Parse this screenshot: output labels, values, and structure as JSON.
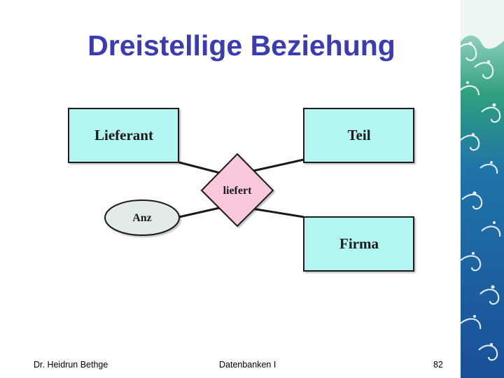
{
  "slide": {
    "title": "Dreistellige Beziehung",
    "footer": {
      "author": "Dr. Heidrun Bethge",
      "course": "Datenbanken I",
      "page": "82"
    }
  },
  "diagram": {
    "entities": [
      {
        "id": "lieferant",
        "label": "Lieferant"
      },
      {
        "id": "teil",
        "label": "Teil"
      },
      {
        "id": "firma",
        "label": "Firma"
      }
    ],
    "relationship": {
      "id": "liefert",
      "label": "liefert"
    },
    "attribute": {
      "id": "anz",
      "label": "Anz"
    }
  },
  "colors": {
    "title": "#3b3bb3",
    "entity_fill": "#b3f5f0",
    "relationship_fill": "#f9c8dc",
    "attribute_fill": "#e3ebe6",
    "outline": "#1a1a1a",
    "wave_blue": "#1f5fa8",
    "wave_green": "#2f9f7e"
  }
}
